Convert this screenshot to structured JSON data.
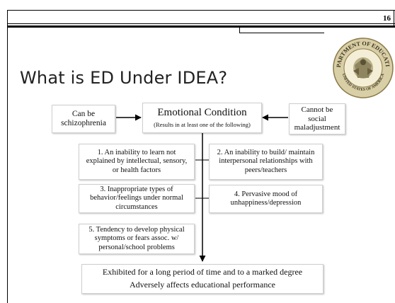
{
  "slide": {
    "page_number": "16",
    "title": "What is ED Under IDEA?",
    "seal_text_top": "DEPARTMENT OF EDUCATION",
    "seal_text_bottom": "UNITED STATES OF AMERICA"
  },
  "diagram": {
    "center": {
      "title": "Emotional Condition",
      "subtitle": "(Results in at least one of the following)"
    },
    "left_input": "Can be schizophrenia",
    "right_input": "Cannot be social maladjustment",
    "criteria": [
      "1. An inability to learn not explained by intellectual, sensory, or health factors",
      "2. An inability to build/ maintain interpersonal relationships with peers/teachers",
      "3. Inappropriate types of behavior/feelings under normal circumstances",
      "4. Pervasive mood of unhappiness/depression",
      "5. Tendency to develop physical symptoms or fears assoc. w/ personal/school problems"
    ],
    "outcome_line1": "Exhibited for a long period of time and to a marked degree",
    "outcome_line2": "Adversely affects educational performance"
  }
}
